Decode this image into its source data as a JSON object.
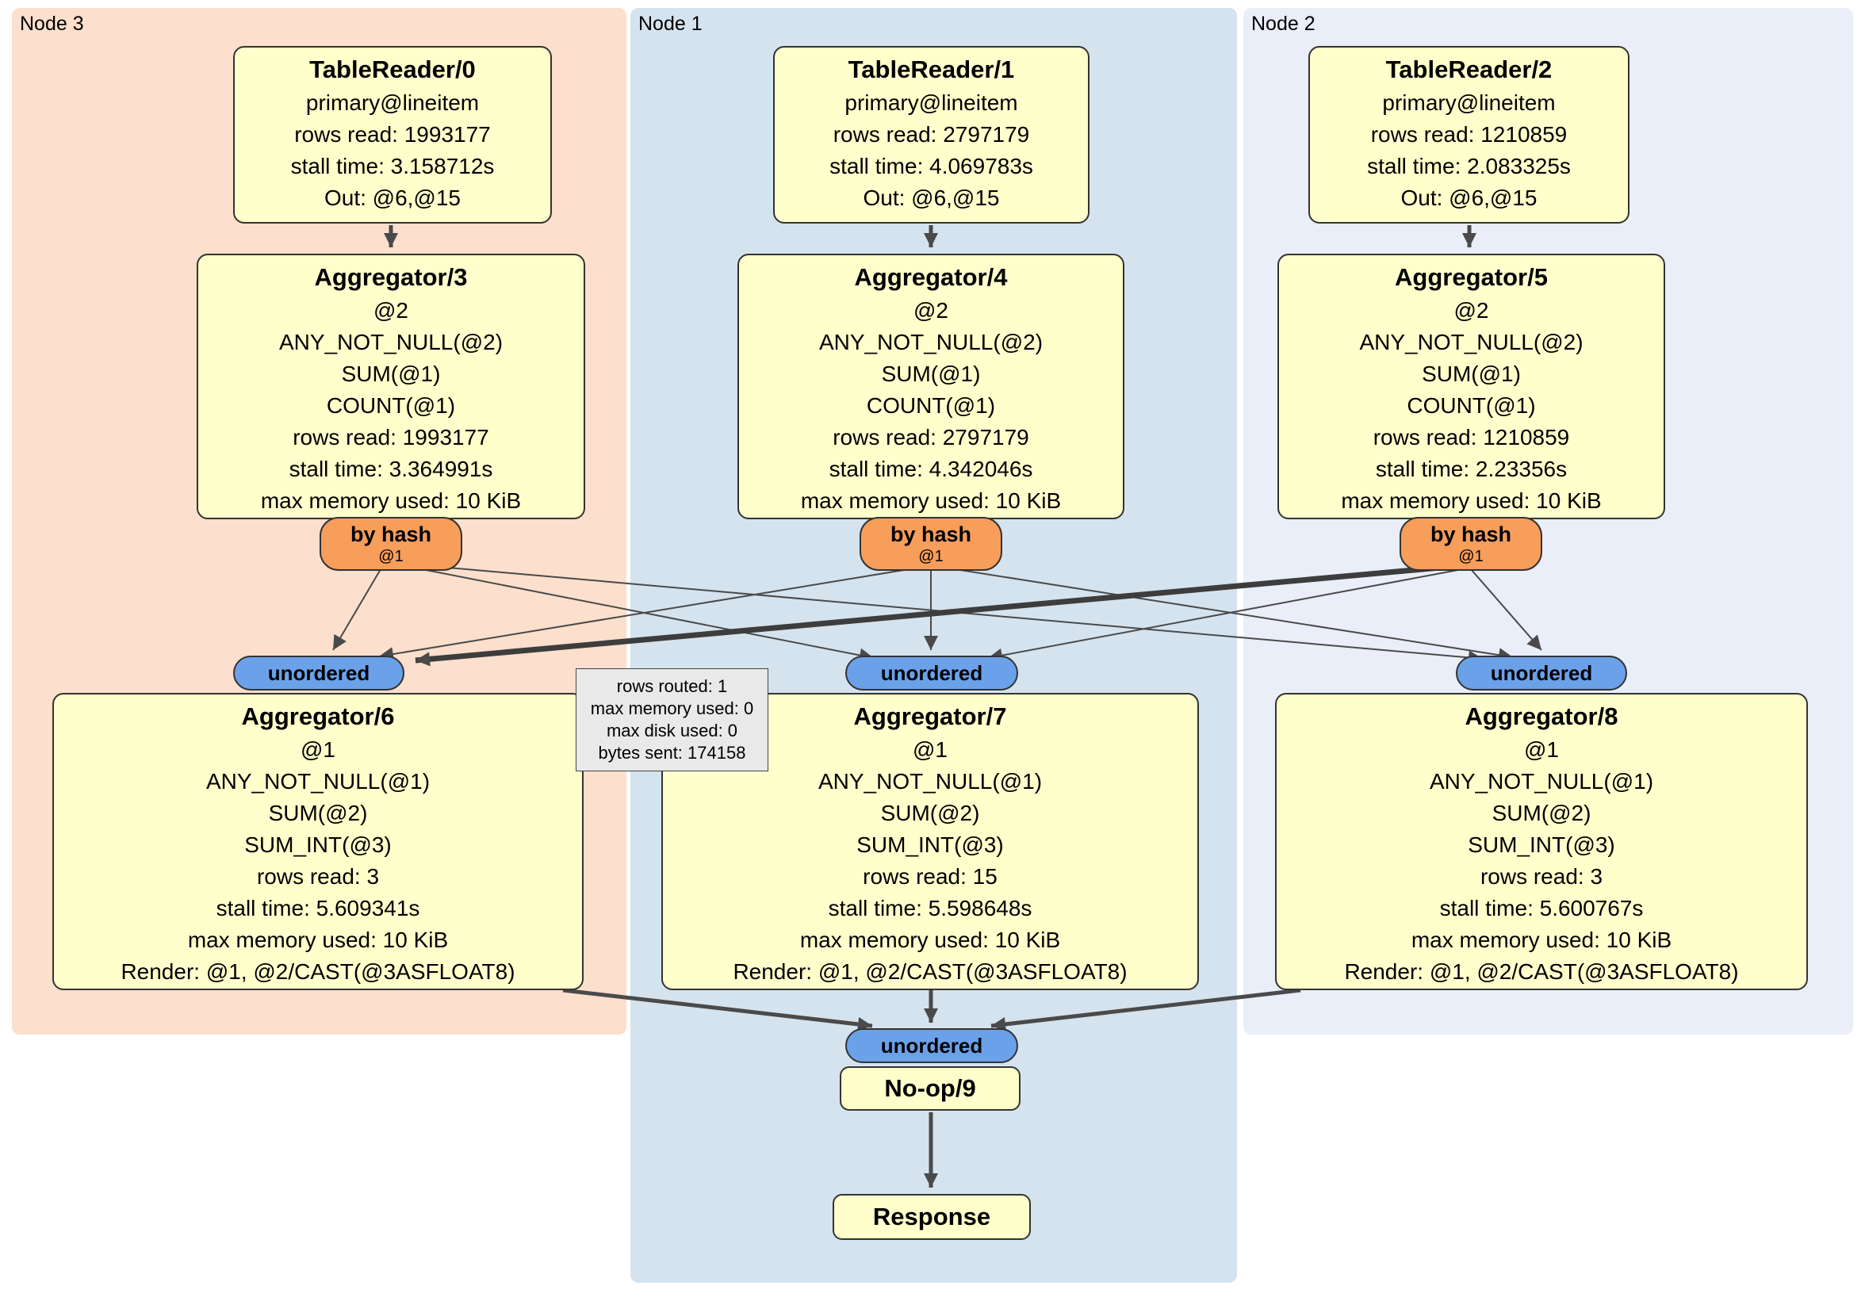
{
  "regions": [
    {
      "label": "Node 3"
    },
    {
      "label": "Node 1"
    },
    {
      "label": "Node 2"
    }
  ],
  "operators": {
    "tr0": {
      "title": "TableReader/0",
      "lines": [
        "primary@lineitem",
        "rows read: 1993177",
        "stall time: 3.158712s",
        "Out: @6,@15"
      ]
    },
    "agg3": {
      "title": "Aggregator/3",
      "lines": [
        "@2",
        "ANY_NOT_NULL(@2)",
        "SUM(@1)",
        "COUNT(@1)",
        "rows read: 1993177",
        "stall time: 3.364991s",
        "max memory used: 10 KiB"
      ]
    },
    "router3": {
      "title": "by hash",
      "sub": "@1"
    },
    "sync3": {
      "label": "unordered"
    },
    "agg6": {
      "title": "Aggregator/6",
      "lines": [
        "@1",
        "ANY_NOT_NULL(@1)",
        "SUM(@2)",
        "SUM_INT(@3)",
        "rows read: 3",
        "stall time: 5.609341s",
        "max memory used: 10 KiB",
        "Render: @1, @2/CAST(@3ASFLOAT8)"
      ]
    },
    "tr1": {
      "title": "TableReader/1",
      "lines": [
        "primary@lineitem",
        "rows read: 2797179",
        "stall time: 4.069783s",
        "Out: @6,@15"
      ]
    },
    "agg4": {
      "title": "Aggregator/4",
      "lines": [
        "@2",
        "ANY_NOT_NULL(@2)",
        "SUM(@1)",
        "COUNT(@1)",
        "rows read: 2797179",
        "stall time: 4.342046s",
        "max memory used: 10 KiB"
      ]
    },
    "router1": {
      "title": "by hash",
      "sub": "@1"
    },
    "sync1": {
      "label": "unordered"
    },
    "agg7": {
      "title": "Aggregator/7",
      "lines": [
        "@1",
        "ANY_NOT_NULL(@1)",
        "SUM(@2)",
        "SUM_INT(@3)",
        "rows read: 15",
        "stall time: 5.598648s",
        "max memory used: 10 KiB",
        "Render: @1, @2/CAST(@3ASFLOAT8)"
      ]
    },
    "tr2": {
      "title": "TableReader/2",
      "lines": [
        "primary@lineitem",
        "rows read: 1210859",
        "stall time: 2.083325s",
        "Out: @6,@15"
      ]
    },
    "agg5": {
      "title": "Aggregator/5",
      "lines": [
        "@2",
        "ANY_NOT_NULL(@2)",
        "SUM(@1)",
        "COUNT(@1)",
        "rows read: 1210859",
        "stall time: 2.23356s",
        "max memory used: 10 KiB"
      ]
    },
    "router2": {
      "title": "by hash",
      "sub": "@1"
    },
    "sync2": {
      "label": "unordered"
    },
    "agg8": {
      "title": "Aggregator/8",
      "lines": [
        "@1",
        "ANY_NOT_NULL(@1)",
        "SUM(@2)",
        "SUM_INT(@3)",
        "rows read: 3",
        "stall time: 5.600767s",
        "max memory used: 10 KiB",
        "Render: @1, @2/CAST(@3ASFLOAT8)"
      ]
    },
    "final_sync": {
      "label": "unordered"
    },
    "noop": {
      "title": "No-op/9"
    },
    "response": {
      "title": "Response"
    }
  },
  "tooltip": {
    "lines": [
      "rows routed: 1",
      "max memory used: 0",
      "max disk used: 0",
      "bytes sent: 174158"
    ]
  },
  "colors": {
    "node3_bg": "#fcdfcc",
    "node1_bg": "#d5e3ee",
    "node2_bg": "#e9eef8",
    "operator_bg": "#ffffcc",
    "router_bg": "#f79e5b",
    "sync_bg": "#6ba1e8",
    "edge": "#4a4a4a"
  }
}
